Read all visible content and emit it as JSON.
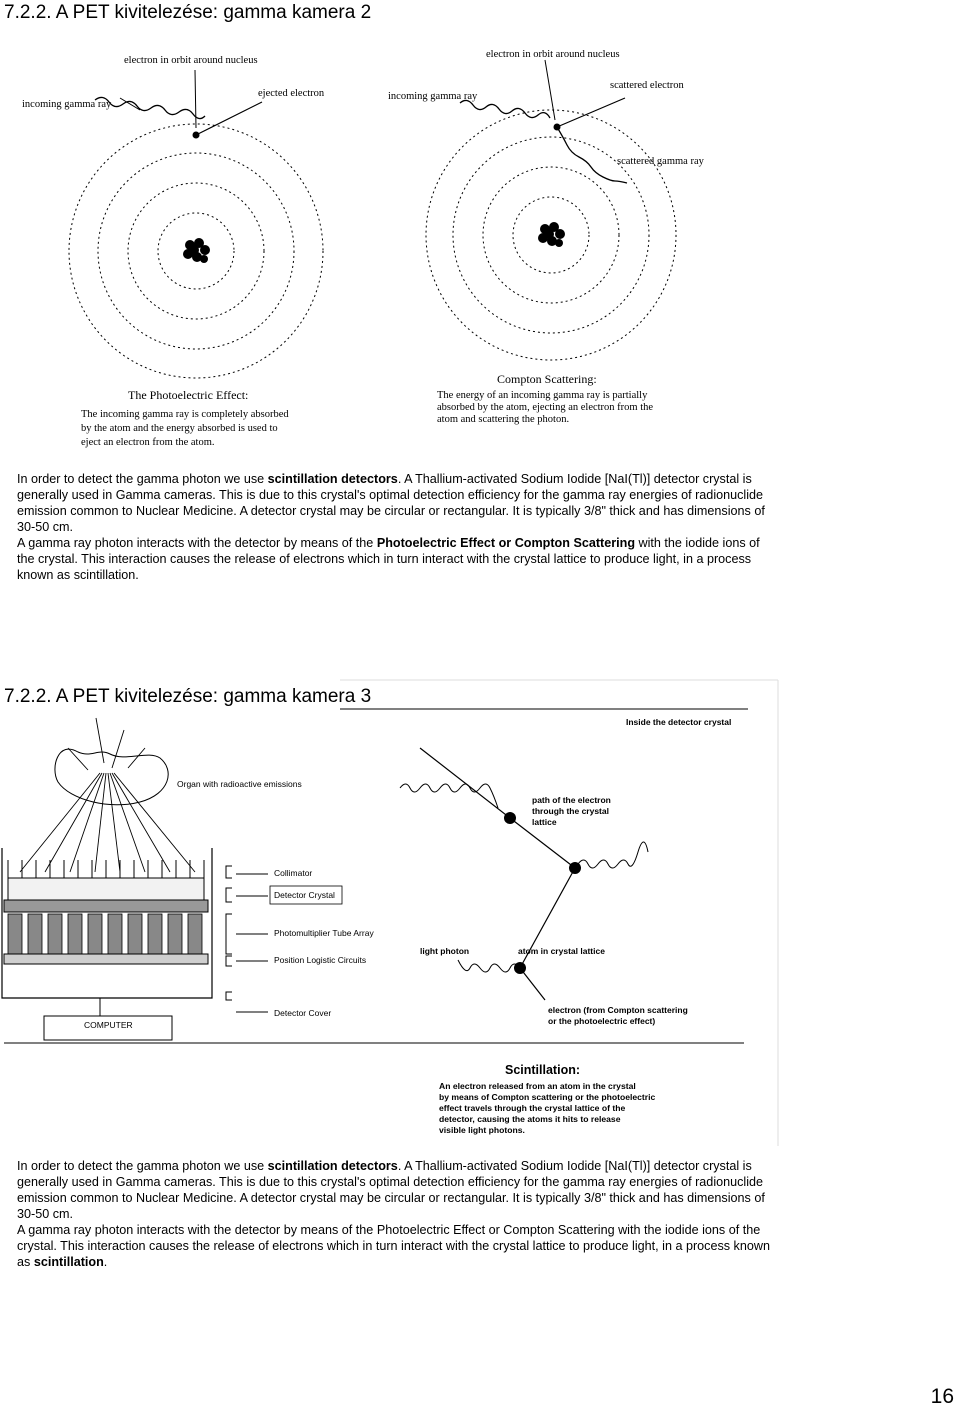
{
  "section1": {
    "heading": "7.2.2. A PET kivitelezése: gamma kamera 2",
    "photoelectric": {
      "label_orbit": "electron in orbit around nucleus",
      "label_incoming": "incoming gamma ray",
      "label_ejected": "ejected electron",
      "caption_title": "The Photoelectric Effect:",
      "caption_lines": [
        "The incoming gamma ray is completely absorbed",
        "by the atom and the energy absorbed is used to",
        "eject an electron from the atom."
      ]
    },
    "compton": {
      "label_orbit": "electron in orbit around nucleus",
      "label_incoming": "incoming gamma ray",
      "label_scattered_electron": "scattered electron",
      "label_scattered_gamma": "scattered gamma ray",
      "caption_title": "Compton Scattering:",
      "caption_lines": [
        "The energy of an incoming gamma ray is partially",
        "absorbed by the atom, ejecting an electron from the",
        "atom and scattering the photon."
      ]
    },
    "para1": {
      "t1": "In order to detect the gamma photon we use ",
      "b1": "scintillation detectors",
      "t2": ". A Thallium-activated Sodium Iodide [NaI(Tl)] detector crystal is generally used in Gamma cameras. This is due to this crystal's optimal detection efficiency for the gamma ray energies of radionuclide emission common to Nuclear Medicine. A detector crystal may be circular or rectangular. It is typically 3/8\" thick and has dimensions of 30-50 cm."
    },
    "para2": {
      "t1": "A gamma ray photon interacts with the detector by means of the ",
      "b1": "Photoelectric Effect or Compton Scattering",
      "t2": " with the iodide ions of the crystal. This interaction causes the release of electrons which in turn interact with the crystal lattice to produce light, in a process known as scintillation."
    }
  },
  "section2": {
    "heading": "7.2.2. A PET kivitelezése: gamma kamera 3",
    "camera": {
      "label_organ": "Organ with radioactive emissions",
      "label_collimator": "Collimator",
      "label_crystal": "Detector Crystal",
      "label_pmt": "Photomultiplier Tube Array",
      "label_plc": "Position Logistic Circuits",
      "label_cover": "Detector Cover",
      "label_computer": "COMPUTER"
    },
    "lattice": {
      "title": "Inside the detector crystal",
      "label_path": [
        "path of the electron",
        "through the crystal",
        "lattice"
      ],
      "label_light": "light photon",
      "label_atom": "atom in crystal lattice",
      "label_electron": [
        "electron (from Compton scattering",
        "or the photoelectric effect)"
      ],
      "scint_title": "Scintillation",
      "scint_colon": ":",
      "scint_lines": [
        "An electron released from an atom in the crystal",
        "by means of Compton scattering or the photoelectric",
        "effect travels through the crystal lattice of the",
        "detector, causing the atoms it hits to release",
        "visible light photons."
      ]
    },
    "para1": {
      "t1": "In order to detect the gamma photon we use ",
      "b1": "scintillation detectors",
      "t2": ". A Thallium-activated Sodium Iodide [NaI(Tl)] detector crystal is generally used in Gamma cameras. This is due to this crystal's optimal detection efficiency for the gamma ray energies of radionuclide emission common to Nuclear Medicine. A detector crystal may be circular or rectangular. It is typically 3/8\" thick and has dimensions of 30-50 cm."
    },
    "para2": {
      "t1": "A gamma ray photon interacts with the detector by means of the Photoelectric Effect or Compton Scattering with the iodide ions of the crystal. This interaction causes the release of electrons which in turn interact with the crystal lattice to produce light, in a process known as ",
      "b1": "scintillation",
      "t2": "."
    }
  },
  "page_number": "16"
}
